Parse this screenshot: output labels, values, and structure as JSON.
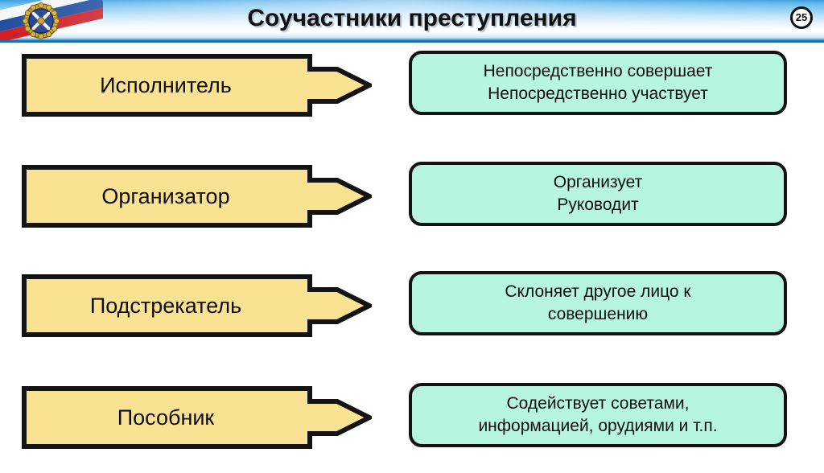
{
  "header": {
    "title": "Соучастники преступления",
    "page_number": "25",
    "emblem_name": "russian-federal-service-emblem",
    "flag_colors": [
      "#f4f6f8",
      "#1f4fa0",
      "#cf2027"
    ]
  },
  "theme": {
    "header_blue": "#3b9ee0",
    "header_underline": "#1a72b2",
    "arrow_fill": "#fae293",
    "arrow_head_fill": "#fae08c",
    "callout_fill": "#b6f5e0",
    "outline": "#131313",
    "text": "#0d0d0d"
  },
  "rows": [
    {
      "role": "Исполнитель",
      "description_lines": [
        "Непосредственно совершает",
        "Непосредственно участвует"
      ]
    },
    {
      "role": "Организатор",
      "description_lines": [
        "Организует",
        "Руководит"
      ]
    },
    {
      "role": "Подстрекатель",
      "description_lines": [
        "Склоняет другое лицо к",
        "совершению"
      ]
    },
    {
      "role": "Пособник",
      "description_lines": [
        "Содействует советами,",
        "информацией, орудиями и т.п."
      ]
    }
  ]
}
